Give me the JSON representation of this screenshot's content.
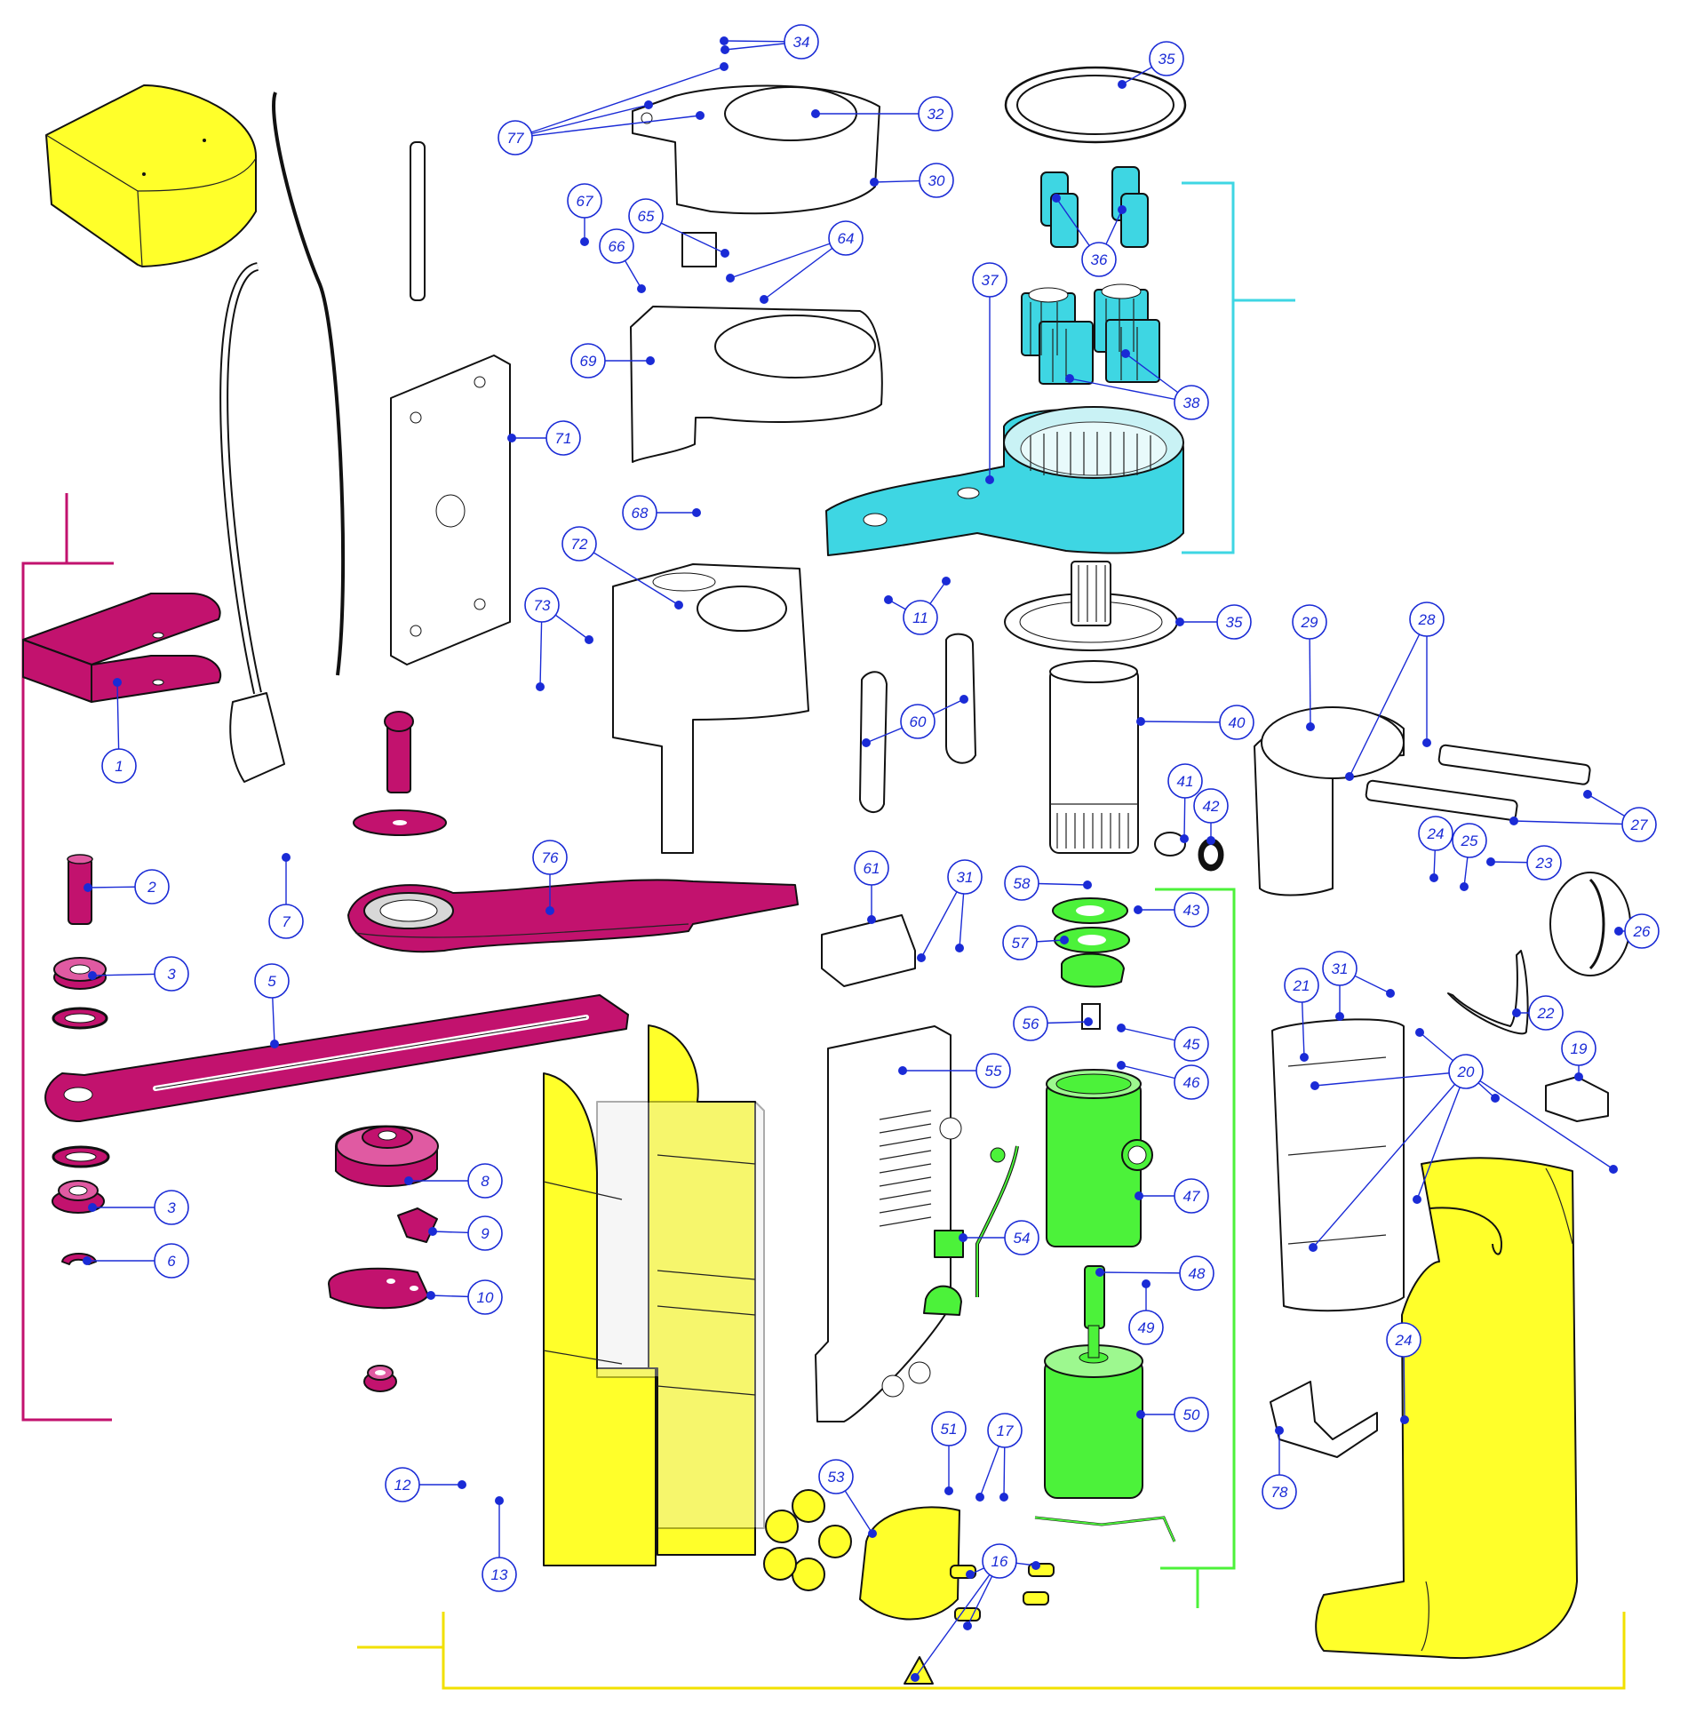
{
  "diagram": {
    "type": "exploded-parts-view",
    "colors": {
      "gearbox_group": "#3ed6e3",
      "arm_group": "#c2126e",
      "motor_group": "#4cf23a",
      "cover_group": "#ffff2a",
      "callout": "#1a2bd6",
      "outline": "#111111"
    },
    "callouts": [
      {
        "label": "1"
      },
      {
        "label": "2"
      },
      {
        "label": "3"
      },
      {
        "label": "3"
      },
      {
        "label": "5"
      },
      {
        "label": "6"
      },
      {
        "label": "7"
      },
      {
        "label": "8"
      },
      {
        "label": "9"
      },
      {
        "label": "10"
      },
      {
        "label": "11"
      },
      {
        "label": "12"
      },
      {
        "label": "13"
      },
      {
        "label": "16"
      },
      {
        "label": "17"
      },
      {
        "label": "19"
      },
      {
        "label": "20"
      },
      {
        "label": "21"
      },
      {
        "label": "22"
      },
      {
        "label": "23"
      },
      {
        "label": "24"
      },
      {
        "label": "24"
      },
      {
        "label": "25"
      },
      {
        "label": "26"
      },
      {
        "label": "27"
      },
      {
        "label": "28"
      },
      {
        "label": "29"
      },
      {
        "label": "30"
      },
      {
        "label": "31"
      },
      {
        "label": "31"
      },
      {
        "label": "32"
      },
      {
        "label": "34"
      },
      {
        "label": "35"
      },
      {
        "label": "35"
      },
      {
        "label": "36"
      },
      {
        "label": "37"
      },
      {
        "label": "38"
      },
      {
        "label": "40"
      },
      {
        "label": "41"
      },
      {
        "label": "42"
      },
      {
        "label": "43"
      },
      {
        "label": "45"
      },
      {
        "label": "46"
      },
      {
        "label": "47"
      },
      {
        "label": "48"
      },
      {
        "label": "49"
      },
      {
        "label": "50"
      },
      {
        "label": "51"
      },
      {
        "label": "53"
      },
      {
        "label": "54"
      },
      {
        "label": "55"
      },
      {
        "label": "56"
      },
      {
        "label": "57"
      },
      {
        "label": "58"
      },
      {
        "label": "60"
      },
      {
        "label": "61"
      },
      {
        "label": "64"
      },
      {
        "label": "65"
      },
      {
        "label": "66"
      },
      {
        "label": "67"
      },
      {
        "label": "68"
      },
      {
        "label": "69"
      },
      {
        "label": "71"
      },
      {
        "label": "72"
      },
      {
        "label": "73"
      },
      {
        "label": "76"
      },
      {
        "label": "77"
      },
      {
        "label": "78"
      }
    ]
  }
}
